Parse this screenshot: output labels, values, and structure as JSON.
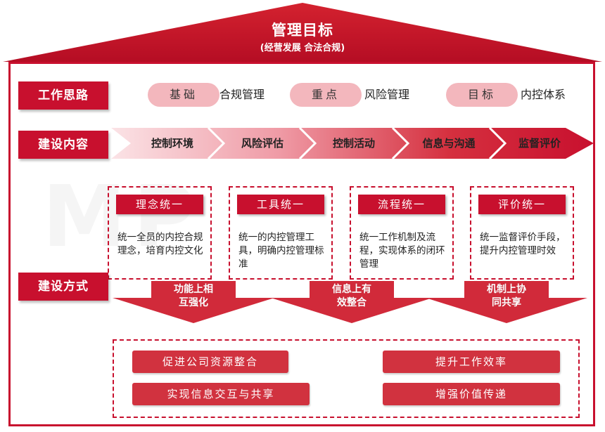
{
  "header": {
    "title": "管理目标",
    "subtitle": "(经营发展 合法合规)"
  },
  "labels": {
    "work_idea": "工作思路",
    "content": "建设内容",
    "method": "建设方式"
  },
  "work_ideas": [
    {
      "tag": "基础",
      "text": "合规管理"
    },
    {
      "tag": "重点",
      "text": "风险管理"
    },
    {
      "tag": "目标",
      "text": "内控体系"
    }
  ],
  "content_steps": [
    "控制环境",
    "风险评估",
    "控制活动",
    "信息与沟通",
    "监督评价"
  ],
  "unify_boxes": [
    {
      "title": "理念统一",
      "text": "统一全员的内控合规理念，培育内控文化"
    },
    {
      "title": "工具统一",
      "text": "统一的内控管理工具，明确内控管理标准"
    },
    {
      "title": "流程统一",
      "text": "统一工作机制及流程，实现体系的闭环管理"
    },
    {
      "title": "评价统一",
      "text": "统一监督评价手段，提升内控管理时效"
    }
  ],
  "method_arrows": [
    {
      "line1": "功能上相",
      "line2": "互强化"
    },
    {
      "line1": "信息上有",
      "line2": "效整合"
    },
    {
      "line1": "机制上协",
      "line2": "同共享"
    }
  ],
  "results": [
    "促进公司资源整合",
    "提升工作效率",
    "实现信息交互与共享",
    "增强价值传递"
  ],
  "colors": {
    "primary": "#c8102e",
    "pill": "#f3b7bd",
    "chevron_light": "#f2c9cf"
  }
}
